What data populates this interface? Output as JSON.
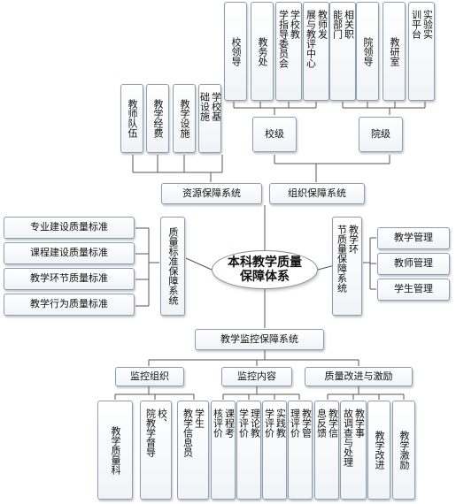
{
  "center": "本科教学质量保障体系",
  "resource_system": "资源保障系统",
  "org_system": "组织保障系统",
  "monitor_system": "教学监控保障系统",
  "quality_standard_system": "质量标准保障系统",
  "teaching_link_system": "教学环节质量保障系统",
  "resource_items": [
    "教师队伍",
    "教学经费",
    "教学设施",
    "学校基础设施"
  ],
  "school_level_label": "校级",
  "college_level_label": "院级",
  "school_items": [
    "校领导",
    "教务处",
    "学校教学指导委员会",
    "教师发展与教评中心"
  ],
  "college_items": [
    "相关职能部门",
    "院领导",
    "教研室",
    "实验实训平台"
  ],
  "standards": [
    "专业建设质量标准",
    "课程建设质量标准",
    "教学环节质量标准",
    "教学行为质量标准"
  ],
  "management": [
    "教学管理",
    "教师管理",
    "学生管理"
  ],
  "monitor_groups": [
    "监控组织",
    "监控内容",
    "质量改进与激励"
  ],
  "monitor_org_items": [
    "教学质量科",
    "校、院教学督导",
    "学生教学信息员"
  ],
  "monitor_content_items": [
    "课程考核评价",
    "理论教学评价",
    "实践教学评价",
    "教学管理评价"
  ],
  "improvement_items": [
    "教学信息反馈",
    "教学事故调查与处理",
    "教学改进",
    "教学激励"
  ]
}
